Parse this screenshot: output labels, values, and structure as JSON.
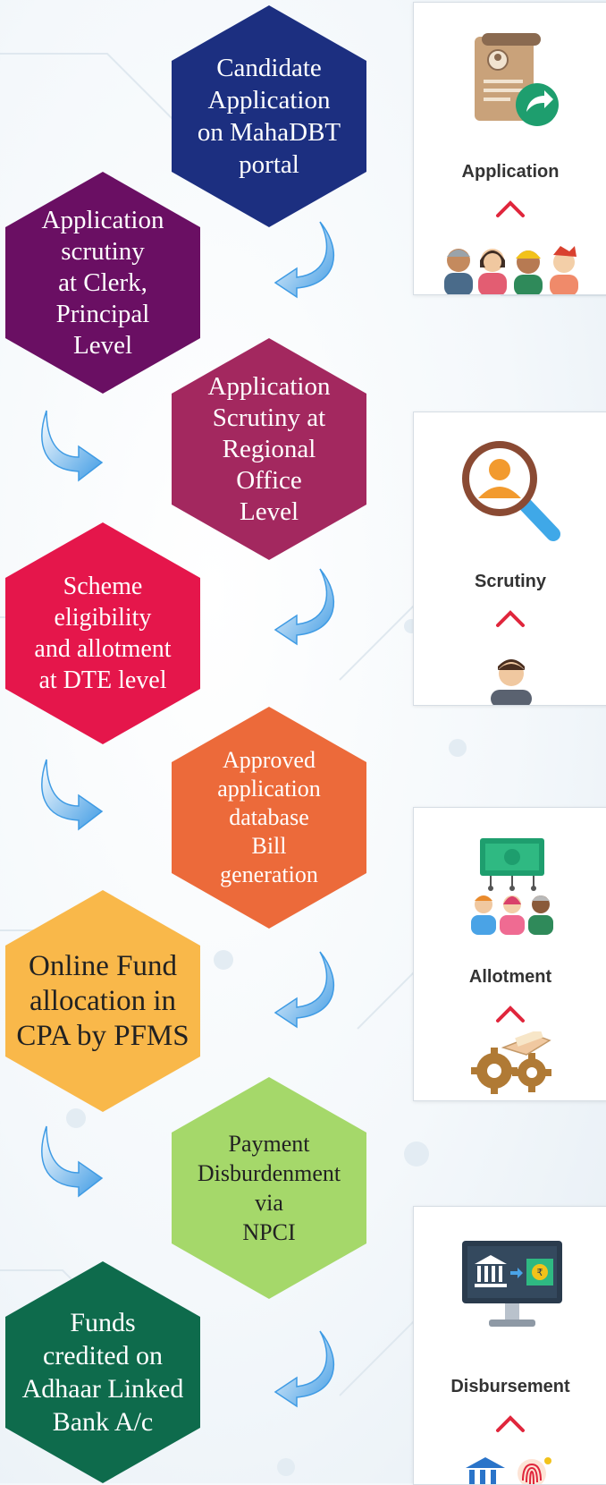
{
  "steps": [
    {
      "text": "Candidate\nApplication\non MahaDBT\nportal",
      "color": "#1c2f80"
    },
    {
      "text": "Application\nscrutiny\nat Clerk,\nPrincipal\nLevel",
      "color": "#6a0f63"
    },
    {
      "text": "Application\nScrutiny at\nRegional\nOffice\nLevel",
      "color": "#a3285f"
    },
    {
      "text": "Scheme\neligibility\nand allotment\nat DTE level",
      "color": "#e5164b"
    },
    {
      "text": "Approved\napplication\ndatabase\nBill\ngeneration",
      "color": "#ec6a3a"
    },
    {
      "text": "Online Fund\nallocation in\nCPA by PFMS",
      "color": "#f9b84a"
    },
    {
      "text": "Payment\nDisburdenment\nvia\nNPCI",
      "color": "#a5d86a"
    },
    {
      "text": "Funds\ncredited on\nAdhaar Linked\nBank A/c",
      "color": "#0e6b4c"
    }
  ],
  "cards": [
    {
      "title": "Application",
      "icon": "document-share-icon"
    },
    {
      "title": "Scrutiny",
      "icon": "magnifier-user-icon"
    },
    {
      "title": "Allotment",
      "icon": "money-people-icon"
    },
    {
      "title": "Disbursement",
      "icon": "bank-transfer-monitor-icon"
    }
  ],
  "colors": {
    "arrow": "#4aa3e6",
    "caret": "#e0263c",
    "card_title": "#333333"
  }
}
